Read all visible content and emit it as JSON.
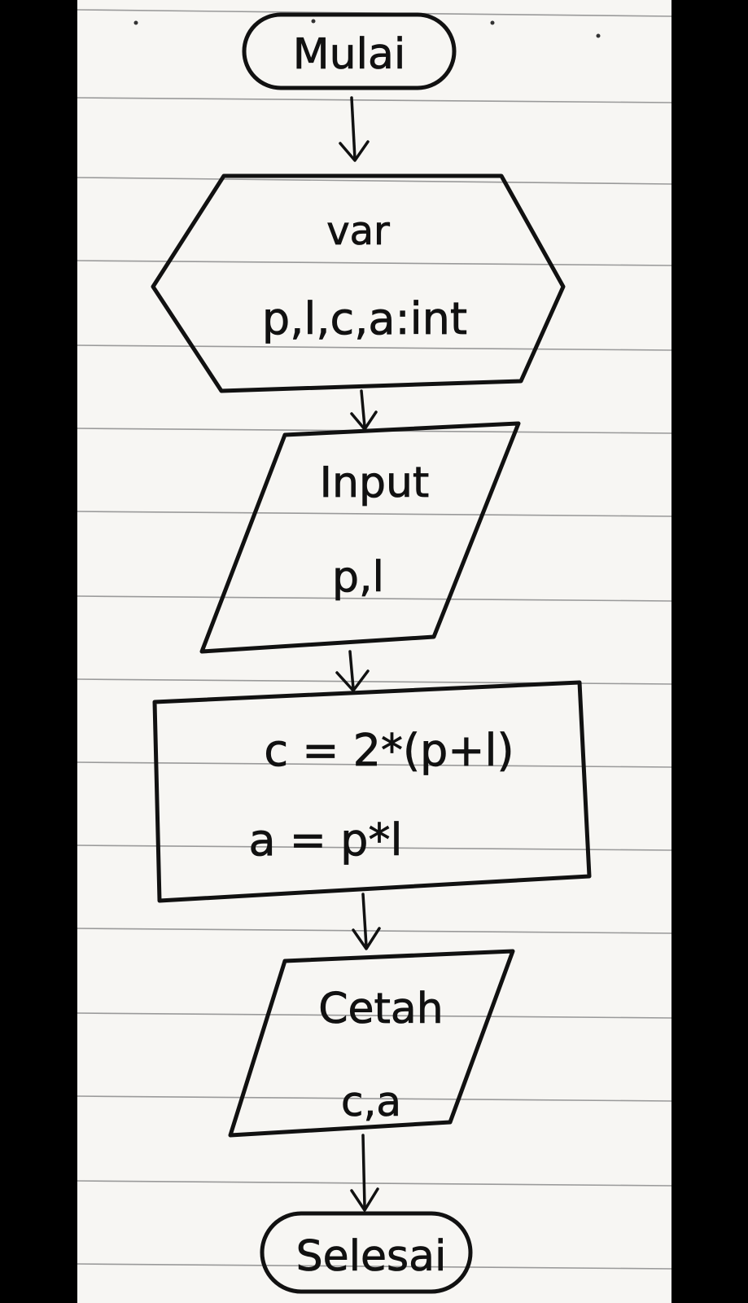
{
  "flowchart": {
    "start": {
      "label": "Mulai"
    },
    "declaration": {
      "line1": "var",
      "line2": "p,l,c,a:int"
    },
    "input": {
      "line1": "Input",
      "line2": "p,l"
    },
    "process": {
      "line1": "c = 2*(p+l)",
      "line2": "a = p*l"
    },
    "output": {
      "line1": "Cetah",
      "line2": "c,a"
    },
    "end": {
      "label": "Selesai"
    }
  },
  "colors": {
    "ink": "#111111",
    "paper": "#f7f6f3",
    "rule_line": "#9a9a9a",
    "background": "#000000"
  }
}
